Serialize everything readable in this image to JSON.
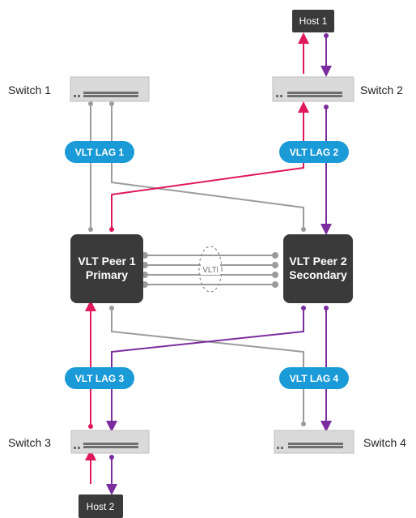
{
  "hosts": {
    "host1": "Host 1",
    "host2": "Host 2"
  },
  "switches": {
    "switch1": "Switch 1",
    "switch2": "Switch 2",
    "switch3": "Switch 3",
    "switch4": "Switch 4"
  },
  "lags": {
    "lag1": "VLT LAG 1",
    "lag2": "VLT LAG 2",
    "lag3": "VLT LAG 3",
    "lag4": "VLT LAG 4"
  },
  "peers": {
    "peer1": {
      "line1": "VLT Peer 1",
      "line2": "Primary"
    },
    "peer2": {
      "line1": "VLT Peer 2",
      "line2": "Secondary"
    }
  },
  "interconnect": {
    "label": "VLTi"
  },
  "colors": {
    "gray_link": "#9b9b9b",
    "red_link": "#e0195a",
    "purple_link": "#7b2c9e",
    "lag_badge": "#1a9ad6",
    "node_dark": "#3a3a3a",
    "switch_box": "#dadada"
  }
}
